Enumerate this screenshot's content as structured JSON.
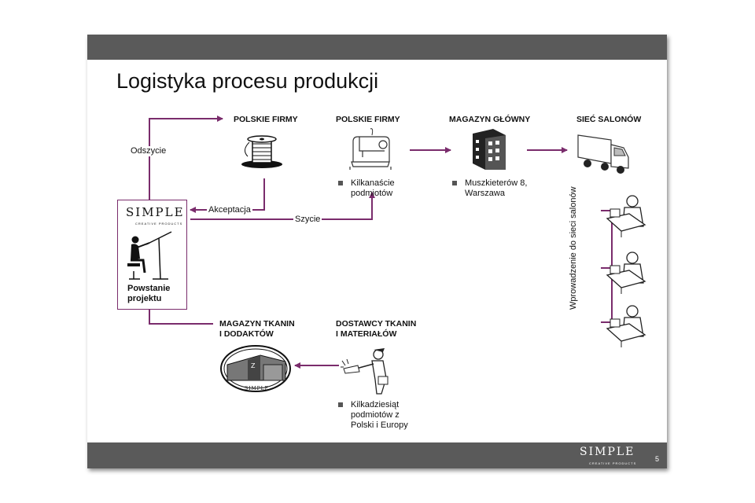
{
  "title": "Logistyka procesu produkcji",
  "nodes": {
    "polskie_firmy_1": "POLSKIE FIRMY",
    "polskie_firmy_2": "POLSKIE FIRMY",
    "magazyn_glowny": "MAGAZYN  GŁÓWNY",
    "siec_salonow": "SIEĆ SALONÓW",
    "magazyn_tkanin_l1": "MAGAZYN  TKANIN",
    "magazyn_tkanin_l2": "I DODAKTÓW",
    "dostawcy_l1": "DOSTAWCY TKANIN",
    "dostawcy_l2": "I MATERIAŁÓW"
  },
  "edges": {
    "odszycie": "Odszycie",
    "akceptacja": "Akceptacja",
    "szycie": "Szycie",
    "wprowadzenie": "Wprowadzenie do sieci salonów"
  },
  "bullets": {
    "kilkanascie_l1": "Kilkanaście",
    "kilkanascie_l2": "podmiotów",
    "muszkieterow_l1": "Muszkieterów 8,",
    "muszkieterow_l2": "Warszawa",
    "kilkadziesiat_l1": "Kilkadziesiąt",
    "kilkadziesiat_l2": "podmiotów z",
    "kilkadziesiat_l3": "Polski i Europy"
  },
  "simple_box": {
    "logo": "SIMPLE",
    "logo_sub": "CREATIVE PRODUCTS",
    "label_l1": "Powstanie",
    "label_l2": "projektu"
  },
  "footer": {
    "logo": "SIMPLE",
    "logo_sub": "CREATIVE PRODUCTS",
    "page_number": "5"
  },
  "icons": [
    "thread-spool-icon",
    "sewing-machine-icon",
    "warehouse-building-icon",
    "delivery-truck-icon",
    "store-clerk-icon",
    "designer-at-drafting-table-icon",
    "fabric-warehouse-icon",
    "supplier-person-icon"
  ],
  "colors": {
    "arrow": "#7a2c6c",
    "bars": "#5a5a5a"
  }
}
